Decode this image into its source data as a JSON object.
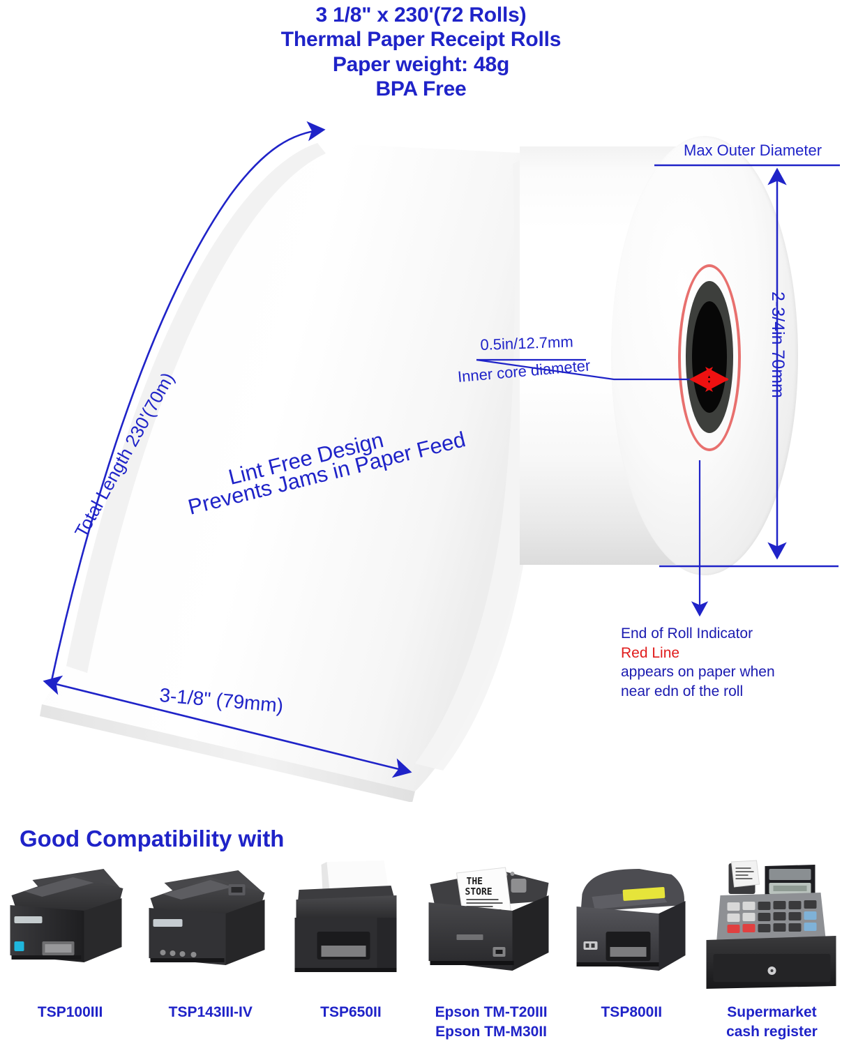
{
  "headline": {
    "line1": "3 1/8\" x 230'(72 Rolls)",
    "line2": "Thermal Paper Receipt Rolls",
    "line3": "Paper weight: 48g",
    "line4": "BPA Free"
  },
  "annotations": {
    "max_outer_diameter": "Max Outer Diameter",
    "outer_diameter_value": "2-3/4in 70mm",
    "inner_core_value": "0.5in/12.7mm",
    "inner_core_label": "Inner core diameter",
    "total_length": "Total Length 230'(70m)",
    "feature_line1": "Lint Free Design",
    "feature_line2": "Prevents Jams in Paper Feed",
    "width": "3-1/8\" (79mm)",
    "end_of_roll": {
      "line1": "End of Roll Indicator",
      "line2": "Red Line",
      "line3": "appears on paper when",
      "line4": "near edn of the roll"
    }
  },
  "compatibility": {
    "title": "Good Compatibility with",
    "printers": [
      {
        "name": "TSP100III",
        "label_line1": "TSP100III",
        "label_line2": ""
      },
      {
        "name": "TSP143III-IV",
        "label_line1": "TSP143III-IV",
        "label_line2": ""
      },
      {
        "name": "TSP650II",
        "label_line1": "TSP650II",
        "label_line2": ""
      },
      {
        "name": "Epson TM",
        "label_line1": "Epson TM-T20III",
        "label_line2": "Epson TM-M30II"
      },
      {
        "name": "TSP800II",
        "label_line1": "TSP800II",
        "label_line2": ""
      },
      {
        "name": "Cash register",
        "label_line1": "Supermarket",
        "label_line2": "cash register"
      }
    ]
  },
  "receipt_print": {
    "line1": "THE",
    "line2": "STORE"
  },
  "colors": {
    "blue": "#1f23c8",
    "red": "#e01b1b",
    "red_line": "#e8706e",
    "paper": "#ffffff",
    "printer_body": "#2b2b2d"
  }
}
